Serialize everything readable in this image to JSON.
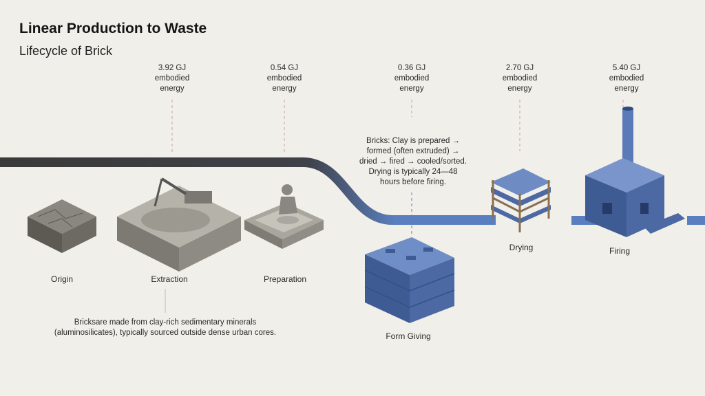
{
  "header": {
    "title": "Linear Production to Waste",
    "subtitle": "Lifecycle of Brick"
  },
  "stages": [
    {
      "name": "Origin"
    },
    {
      "name": "Extraction",
      "energy_value": "3.92 GJ",
      "energy_label": "embodied",
      "energy_unit": "energy"
    },
    {
      "name": "Preparation",
      "energy_value": "0.54 GJ",
      "energy_label": "embodied",
      "energy_unit": "energy"
    },
    {
      "name": "Form Giving",
      "energy_value": "0.36 GJ",
      "energy_label": "embodied",
      "energy_unit": "energy"
    },
    {
      "name": "Drying",
      "energy_value": "2.70 GJ",
      "energy_label": "embodied",
      "energy_unit": "energy"
    },
    {
      "name": "Firing",
      "energy_value": "5.40 GJ",
      "energy_label": "embodied",
      "energy_unit": "energy"
    }
  ],
  "notes": {
    "process": [
      "Bricks: Clay is prepared →",
      "formed (often extruded) →",
      "dried → fired → cooled/sorted.",
      "Drying is typically 24—48",
      "hours before firing."
    ],
    "source": [
      "Bricksare made from clay-rich sedimentary minerals",
      "(aluminosilicates), typically sourced outside dense urban cores."
    ]
  },
  "colors": {
    "background": "#f1efe9",
    "dark_path": "#3a3a3a",
    "blue_path": "#5a7fc0",
    "brick": "#5673ad"
  }
}
